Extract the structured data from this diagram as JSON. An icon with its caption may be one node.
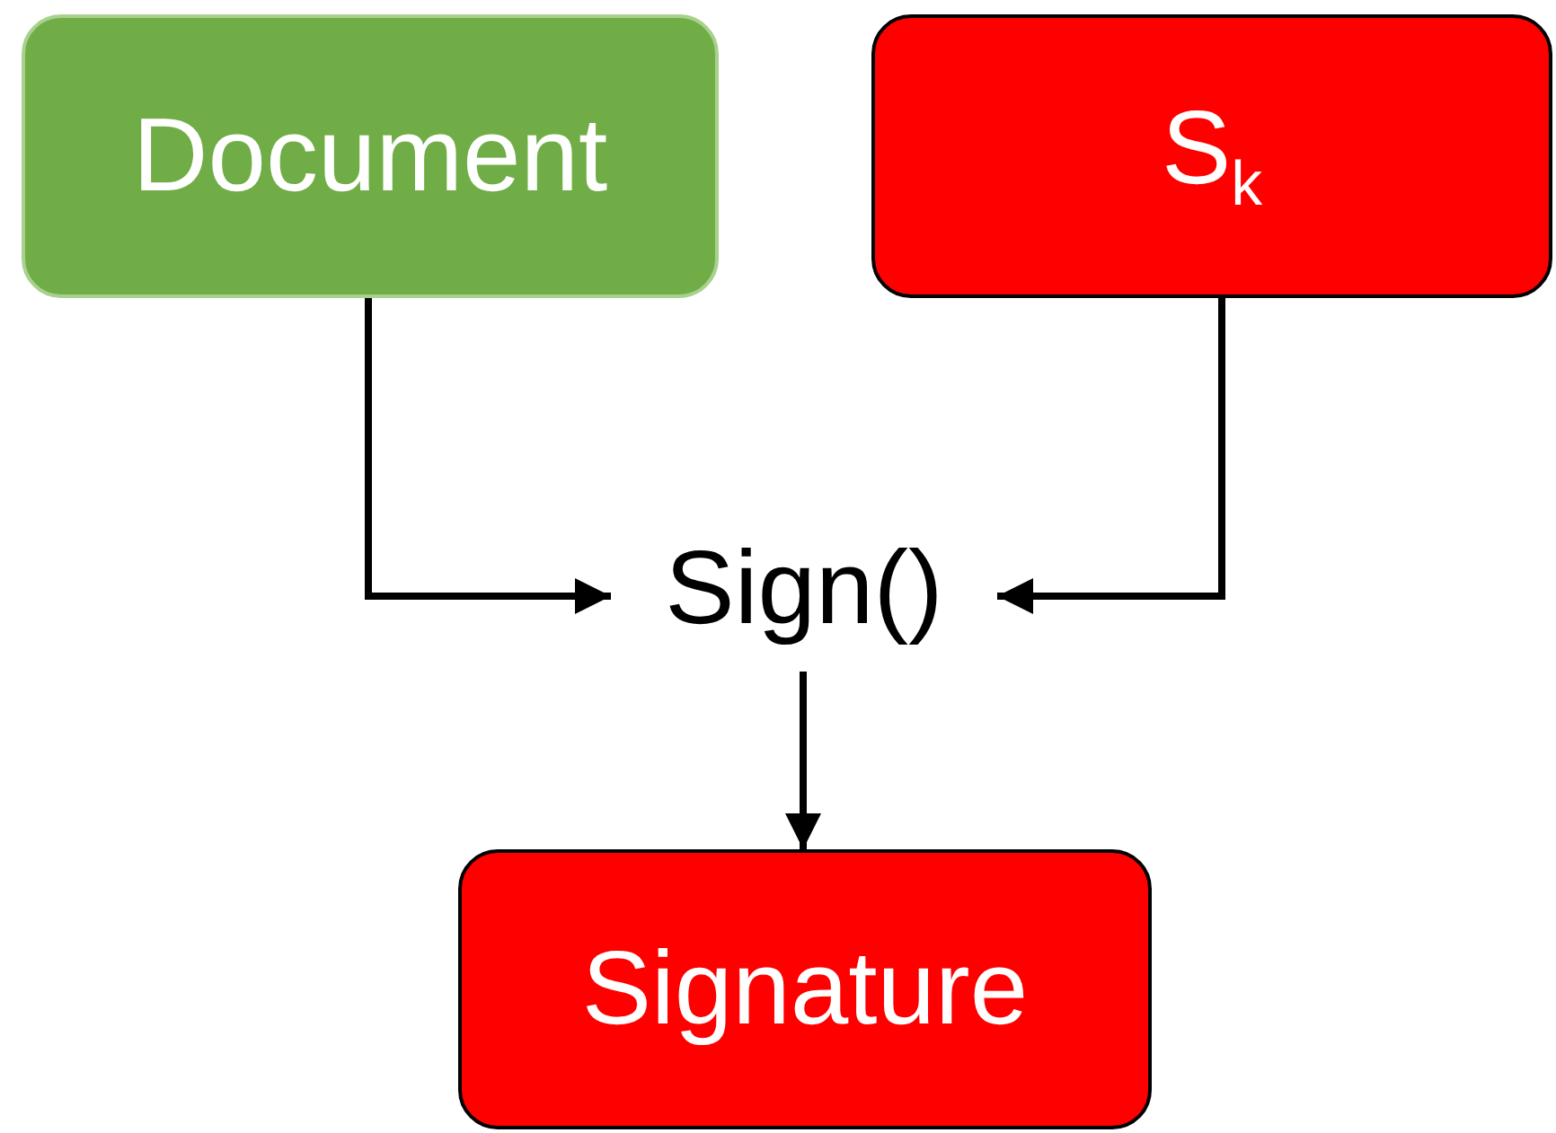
{
  "diagram": {
    "nodes": [
      {
        "text": [
          "Document"
        ]
      },
      {
        "text": [
          "S$_{k}$"
        ]
      },
      {
        "text": [
          "Sign()"
        ]
      },
      {
        "text": [
          "Signature"
        ]
      }
    ],
    "edges": [
      {
        "from": 0,
        "to": 2,
        "arrow": "to"
      },
      {
        "from": 1,
        "to": 2,
        "arrow": "to"
      },
      {
        "from": 2,
        "to": 3,
        "arrow": "to"
      }
    ]
  }
}
